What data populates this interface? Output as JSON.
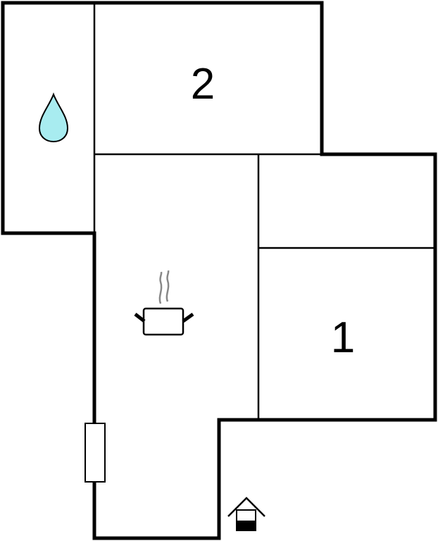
{
  "floorplan": {
    "rooms": [
      {
        "label": "2",
        "type": "bedroom"
      },
      {
        "label": "1",
        "type": "bedroom"
      }
    ],
    "icons": {
      "bathroom": "water-drop-icon",
      "kitchen": "cooking-pot-icon",
      "entrance": "house-entrance-icon",
      "window": "window-icon"
    },
    "colors": {
      "wall": "#000000",
      "water": "#a8ecf0",
      "steam": "#888888"
    }
  }
}
